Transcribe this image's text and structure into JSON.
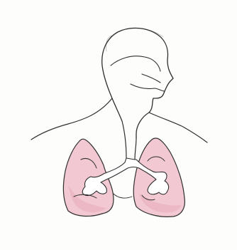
{
  "diagram": {
    "colors": {
      "background": "#fdfdfc",
      "outline": "#2e2e2e",
      "faint_outline": "#b9b9b9",
      "lung_fill": "#f2c9d2",
      "lung_shade": "#e9b1bf",
      "airway_fill": "#ffffff"
    },
    "parts": [
      "head-outline",
      "torso-outline",
      "trachea",
      "left-lung",
      "right-lung",
      "bronchial-tree"
    ]
  }
}
